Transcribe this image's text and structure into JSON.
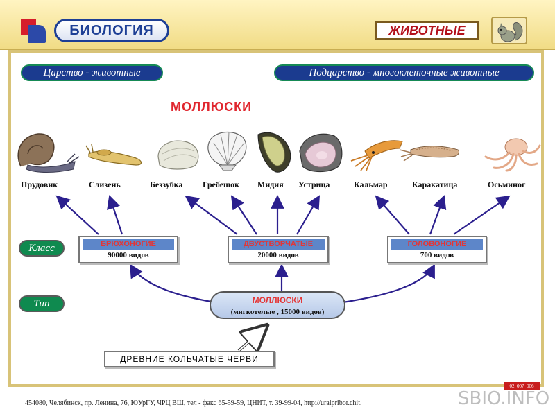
{
  "header": {
    "app_title": "БИОЛОГИЯ",
    "section_button": "ЖИВОТНЫЕ",
    "logo_icon": "publisher-logo-icon",
    "squirrel_icon": "squirrel-icon"
  },
  "tags": {
    "kingdom": "Царство - животные",
    "subkingdom": "Подцарство - многоклеточные животные",
    "class_label": "Класс",
    "type_label": "Тип"
  },
  "heading": "МОЛЛЮСКИ",
  "animals": [
    {
      "name": "Прудовик",
      "icon": "pond-snail-icon"
    },
    {
      "name": "Слизень",
      "icon": "slug-icon"
    },
    {
      "name": "Беззубка",
      "icon": "freshwater-mussel-icon"
    },
    {
      "name": "Гребешок",
      "icon": "scallop-icon"
    },
    {
      "name": "Мидия",
      "icon": "mussel-icon"
    },
    {
      "name": "Устрица",
      "icon": "oyster-icon"
    },
    {
      "name": "Кальмар",
      "icon": "squid-icon"
    },
    {
      "name": "Каракатица",
      "icon": "cuttlefish-icon"
    },
    {
      "name": "Осьминог",
      "icon": "octopus-icon"
    }
  ],
  "classes": [
    {
      "title": "БРЮХОНОГИЕ",
      "species": "90000 видов"
    },
    {
      "title": "ДВУСТВОРЧАТЫЕ",
      "species": "20000 видов"
    },
    {
      "title": "ГОЛОВОНОГИЕ",
      "species": "700 видов"
    }
  ],
  "phylum": {
    "title": "МОЛЛЮСКИ",
    "subtitle": "(мягкотелые , 15000 видов)"
  },
  "ancestor": "ДРЕВНИЕ КОЛЬЧАТЫЕ ЧЕРВИ",
  "footer": "454080, Челябинск, пр. Ленина, 76, ЮУрГУ, ЧРЦ ВШ, тел - факс 65-59-59, ЦНИТ, т. 39-99-04, http://uralpribor.chit.",
  "stamp": "02_007_006",
  "watermark": "SBIO.INFO",
  "colors": {
    "accent_blue": "#1d3f95",
    "accent_red": "#e0262e",
    "arrow": "#2b1f8e",
    "tag_bg": "#1b3b8f"
  }
}
